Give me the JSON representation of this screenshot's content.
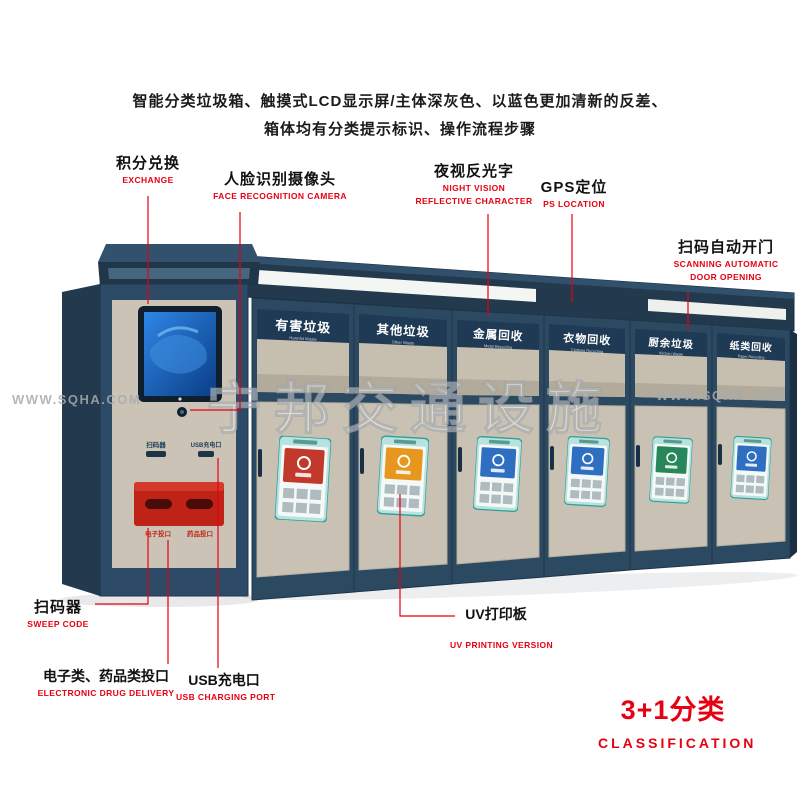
{
  "description": {
    "line1": "智能分类垃圾箱、触摸式LCD显示屏/主体深灰色、以蓝色更加清新的反差、",
    "line2": "箱体均有分类提示标识、操作流程步骤"
  },
  "callouts": {
    "exchange": {
      "zh": "积分兑换",
      "en": "EXCHANGE"
    },
    "face_recognition": {
      "zh": "人脸识别摄像头",
      "en": "FACE RECOGNITION CAMERA"
    },
    "night_vision": {
      "zh": "夜视反光字",
      "en1": "NIGHT VISION",
      "en2": "REFLECTIVE CHARACTER"
    },
    "gps": {
      "zh": "GPS定位",
      "en": "PS LOCATION"
    },
    "scan_door": {
      "zh": "扫码自动开门",
      "en1": "SCANNING AUTOMATIC",
      "en2": "DOOR OPENING"
    },
    "sweep_code": {
      "zh": "扫码器",
      "en": "SWEEP CODE"
    },
    "electronic_ports": {
      "zh": "电子类、药品类投口",
      "en": "ELECTRONIC DRUG DELIVERY"
    },
    "usb": {
      "zh": "USB充电口",
      "en": "USB CHARGING PORT"
    },
    "uv": {
      "zh": "UV打印板",
      "en": "UV PRINTING VERSION"
    },
    "classification": {
      "zh": "3+1分类",
      "en": "CLASSIFICATION"
    }
  },
  "bins": [
    {
      "label": "有害垃圾",
      "sub": "Harmful Waste",
      "sticker_color": "#c0392b"
    },
    {
      "label": "其他垃圾",
      "sub": "Other Waste",
      "sticker_color": "#e8971e"
    },
    {
      "label": "金属回收",
      "sub": "Metal Recycling",
      "sticker_color": "#2f6fc2"
    },
    {
      "label": "衣物回收",
      "sub": "Clothing Recycling",
      "sticker_color": "#2f6fc2"
    },
    {
      "label": "厨余垃圾",
      "sub": "Kitchen Waste",
      "sticker_color": "#27875a"
    },
    {
      "label": "纸类回收",
      "sub": "Paper Recycling",
      "sticker_color": "#2f6fc2"
    }
  ],
  "cabinet": {
    "port_label_left": "扫码器",
    "port_label_right": "USB充电口",
    "slot_label_left": "电子投口",
    "slot_label_right": "药品投口"
  },
  "watermarks": {
    "left": "WWW.SQHA.COM",
    "right": "WWW.SQHA.COM",
    "center": "宁邦交通设施"
  },
  "colors": {
    "accent_red": "#e60012",
    "frame_navy": "#2d4b66",
    "panel_beige": "#cbc4b6",
    "sticker_teal": "#b7e2de"
  }
}
